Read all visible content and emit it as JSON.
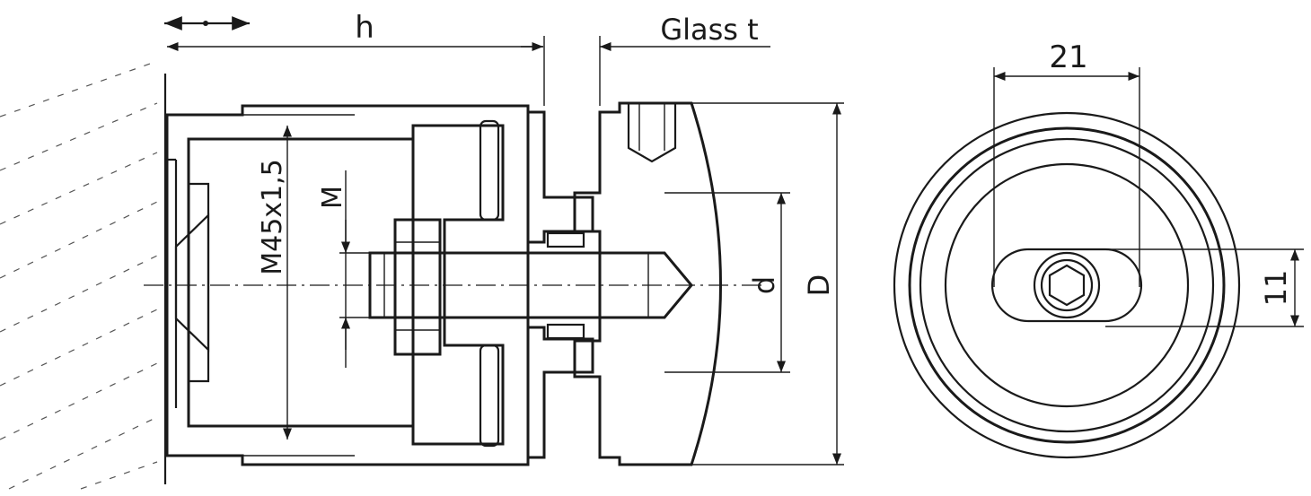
{
  "labels": {
    "h": "h",
    "glass_t": "Glass t",
    "thread": "M45x1,5",
    "m": "M",
    "d": "d",
    "D": "D",
    "dim_21": "21",
    "dim_11": "11"
  },
  "colors": {
    "line": "#1a1a1a",
    "background": "#ffffff"
  },
  "icons": {
    "adjust_arrow": "double-arrow-icon"
  }
}
